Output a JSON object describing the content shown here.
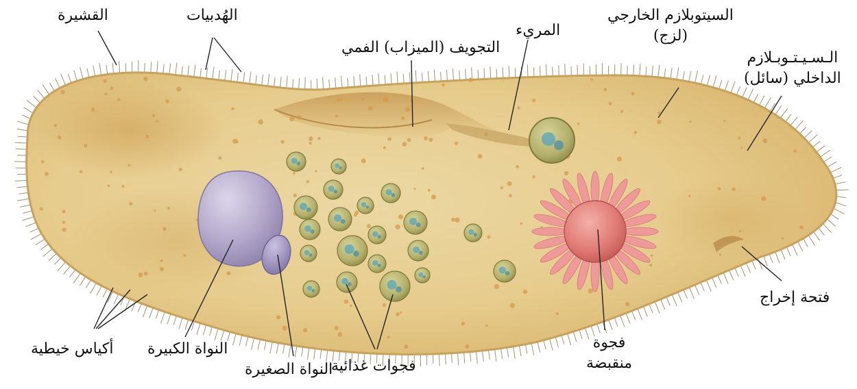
{
  "colors": {
    "cytoplasm": "#e7cf92",
    "cytoplasm_dark": "#c99a4c",
    "pellicle": "#d8b36a",
    "cilia": "#a59070",
    "macronucleus": "#b2a6c8",
    "micronucleus": "#9c8fbe",
    "food_vacuole": "#b6b26e",
    "contractile_vacuole": "#e07c78",
    "contractile_rays": "#ee9a98",
    "granule": "#d69a4c",
    "leader_line": "#222222"
  },
  "labels": {
    "pellicle": "القشيرة",
    "cilia": "الهُدبيات",
    "oral_groove": "التجويف (الميزاب) الفمي",
    "gullet": "المريء",
    "ectoplasm_line1": "السيتوبلازم الخارجي",
    "ectoplasm_line2": "(لزج)",
    "endoplasm_line1": "الـسـيـتـوبـلازم",
    "endoplasm_line2": "الداخلي (سائل)",
    "anal_pore": "فتحة إخراج",
    "contractile_line1": "فجوة",
    "contractile_line2": "منقبضة",
    "food_vacuoles": "فجوات غذائية",
    "micronucleus": "النواة الصغيرة",
    "macronucleus": "النواة الكبيرة",
    "trichocysts": "أكياس خيطية"
  }
}
